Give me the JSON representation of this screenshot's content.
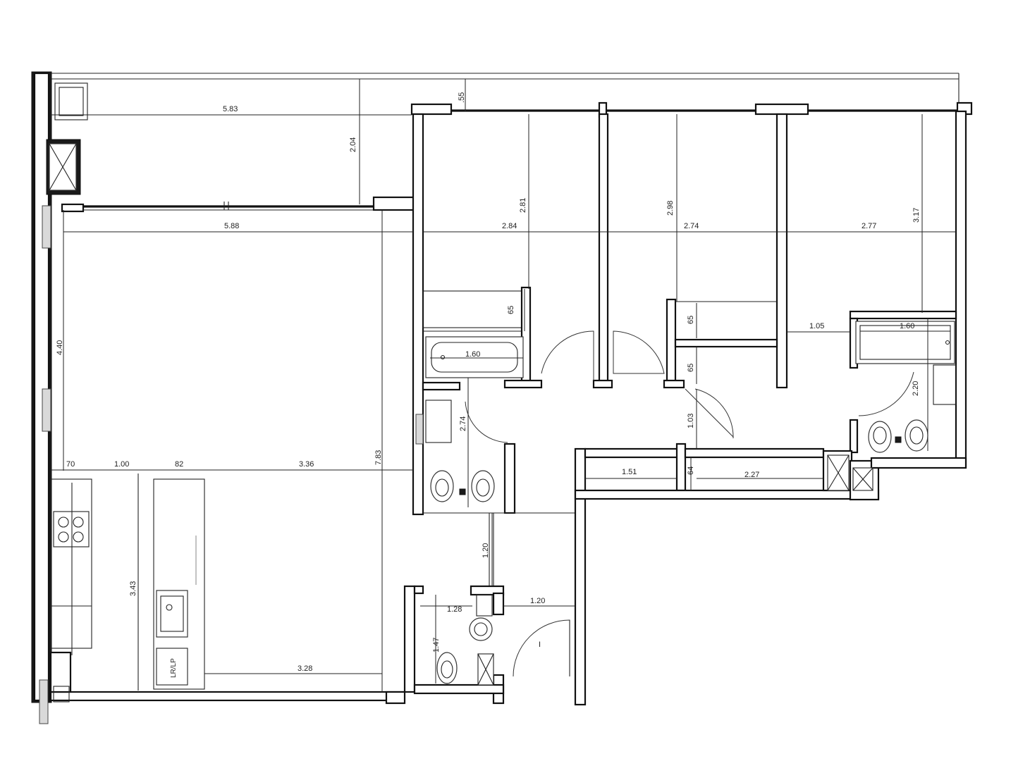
{
  "plan": {
    "dimensions": {
      "terrace_width": "5.83",
      "terrace_depth": "2.04",
      "terrace_offset": ".55",
      "living_width": "5.88",
      "living_depth": "4.40",
      "living_total_depth": "7.83",
      "bedroom1_width": "2.84",
      "bedroom1_depth": "2.81",
      "bedroom2_width": "2.74",
      "bedroom2_depth": "2.98",
      "bedroom3_width": "2.77",
      "bedroom3_depth": "3.17",
      "closet1_depth": "65",
      "closet2_depth": "65",
      "closet3_depth": "65",
      "bath1_width": "1.60",
      "bath1_depth": "2.74",
      "bath2_width": "1.60",
      "bath2_depth": "2.20",
      "bath2_offset": "1.05",
      "hall_depth": "1.03",
      "corridor_1": "1.51",
      "corridor_2": "2.27",
      "corridor_depth": "64",
      "kitchen_seg1": "70",
      "kitchen_seg2": "1.00",
      "kitchen_seg3": "82",
      "dining_width": "3.36",
      "kitchen_depth": "3.43",
      "dining_lower_width": "3.28",
      "passage_depth": "1.20",
      "entry_width": "1.20",
      "powder_width": "1.28",
      "powder_depth": "1.47"
    },
    "appliance_label": "LR/LP",
    "door_mark": "I"
  }
}
